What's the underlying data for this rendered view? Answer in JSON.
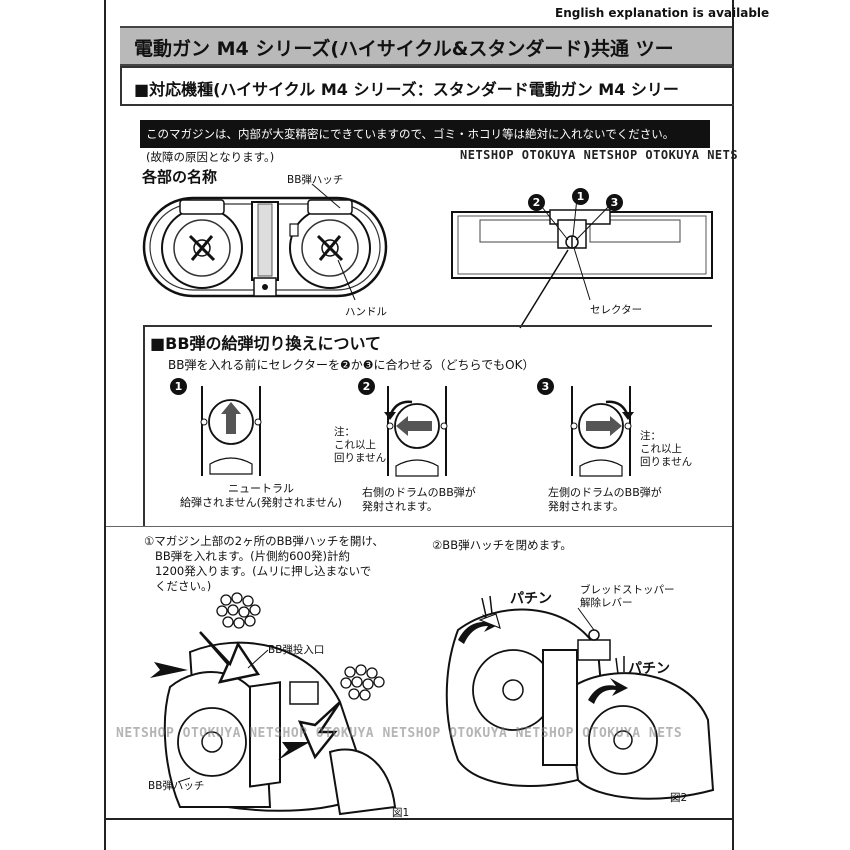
{
  "header": {
    "english_note": "English explanation is available",
    "title": "電動ガン M4 シリーズ(ハイサイクル&スタンダード)共通 ツー",
    "compat": "■対応機種(ハイサイクル M4 シリーズ：スタンダード電動ガン M4 シリー"
  },
  "warning": {
    "line1": "このマガジンは、内部が大変精密にできていますので、ゴミ・ホコリ等は絶対に入れないでください。",
    "line2": "(故障の原因となります。)"
  },
  "watermark": {
    "top": "NETSHOP OTOKUYA NETSHOP OTOKUYA NETS",
    "bottom": "NETSHOP OTOKUYA NETSHOP OTOKUYA NETSHOP OTOKUYA NETSHOP OTOKUYA NETS"
  },
  "parts": {
    "title": "各部の名称",
    "bb_hatch": "BB弾ハッチ",
    "handle": "ハンドル",
    "selector": "セレクター",
    "num1": "1",
    "num2": "2",
    "num3": "3"
  },
  "feed": {
    "title": "■BB弾の給弾切り換えについて",
    "subtitle": "BB弾を入れる前にセレクターを❷か❸に合わせる（どちらでもOK）",
    "step1_num": "1",
    "step2_num": "2",
    "step3_num": "3",
    "step1_caption": "ニュートラル\n給弾されません(発射されません)",
    "step2_caption": "右側のドラムのBB弾が\n発射されます。",
    "step3_caption": "左側のドラムのBB弾が\n発射されます。",
    "note_left": "注：\nこれ以上\n回りません",
    "note_right": "注：\nこれ以上\n回りません"
  },
  "instructions": {
    "step1": "①マガジン上部の2ヶ所のBB弾ハッチを開け、\n   BB弾を入れます。(片側約600発)計約\n   1200発入ります。(ムリに押し込まないで\n   ください。)",
    "step2": "②BB弾ハッチを閉めます。",
    "bb_inlet": "BB弾投入口",
    "bb_hatch": "BB弾ハッチ",
    "pachin1": "パチン",
    "pachin2": "パチン",
    "bullet_stopper": "ブレッドストッパー\n解除レバー",
    "fig1": "図1",
    "fig2": "図2"
  }
}
